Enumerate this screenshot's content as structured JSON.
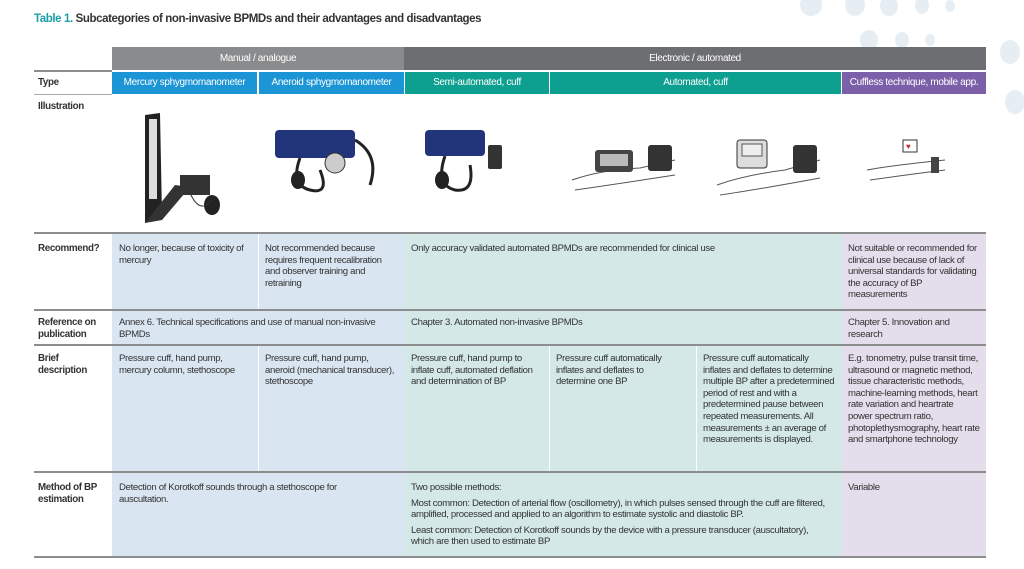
{
  "title": {
    "number": "Table 1.",
    "text": "Subcategories of non-invasive BPMDs and their advantages and disadvantages"
  },
  "groups": {
    "manual": "Manual / analogue",
    "electronic": "Electronic / automated"
  },
  "row_labels": {
    "type": "Type",
    "illustration": "Illustration",
    "recommend": "Recommend?",
    "reference": "Reference on publication",
    "brief": "Brief description",
    "method": "Method of BP estimation"
  },
  "types": [
    "Mercury sphygmomanometer",
    "Aneroid sphygmomanometer",
    "Semi-automated, cuff",
    "Automated, cuff",
    "Cuffless technique, mobile app."
  ],
  "colors": {
    "title_accent": "#1aa0a8",
    "manual_header": "#8a8b8d",
    "electronic_header": "#6d6e71",
    "blue": "#1b95d5",
    "teal": "#0d9f8f",
    "purple": "#7b5fa8"
  },
  "recommend": {
    "mercury": "No longer, because of toxicity of mercury",
    "aneroid": "Not recommended because requires frequent recalibration and observer training and retraining",
    "automated": "Only accuracy validated automated BPMDs are recommended for clinical use",
    "cuffless": "Not suitable or recommended for clinical use because of lack of universal standards for validating the accuracy of BP measurements"
  },
  "reference": {
    "manual": "Annex 6. Technical specifications and use of manual non-invasive BPMDs",
    "automated": "Chapter 3. Automated non-invasive BPMDs",
    "cuffless": "Chapter 5. Innovation and research"
  },
  "brief": {
    "mercury": "Pressure cuff, hand pump, mercury column, stethoscope",
    "aneroid": "Pressure cuff, hand pump, aneroid (mechanical transducer), stethoscope",
    "semi": "Pressure cuff, hand pump to inflate cuff, automated deflation and determination of BP",
    "auto_one": "Pressure cuff automatically inflates and deflates to determine one BP",
    "auto_multi": "Pressure cuff automatically inflates and deflates to determine multiple BP after a predetermined period of rest and with a predetermined pause between repeated measurements. All measurements ± an average of measurements is displayed.",
    "cuffless": "E.g. tonometry, pulse transit time, ultrasound or magnetic method, tissue characteristic methods, machine-learning methods, heart rate variation and heartrate power spectrum ratio, photoplethysmography, heart rate and smartphone technology"
  },
  "method": {
    "manual": "Detection of Korotkoff sounds through a stethoscope for auscultation.",
    "auto_intro": "Two possible methods:",
    "auto_most": "Most common: Detection of arterial flow (oscillometry), in which pulses sensed through the cuff are filtered, amplified, processed and applied to an algorithm to estimate systolic and diastolic BP.",
    "auto_least": "Least common: Detection of Korotkoff sounds by the device with a pressure transducer (auscultatory), which are then used to estimate BP",
    "cuffless": "Variable"
  }
}
